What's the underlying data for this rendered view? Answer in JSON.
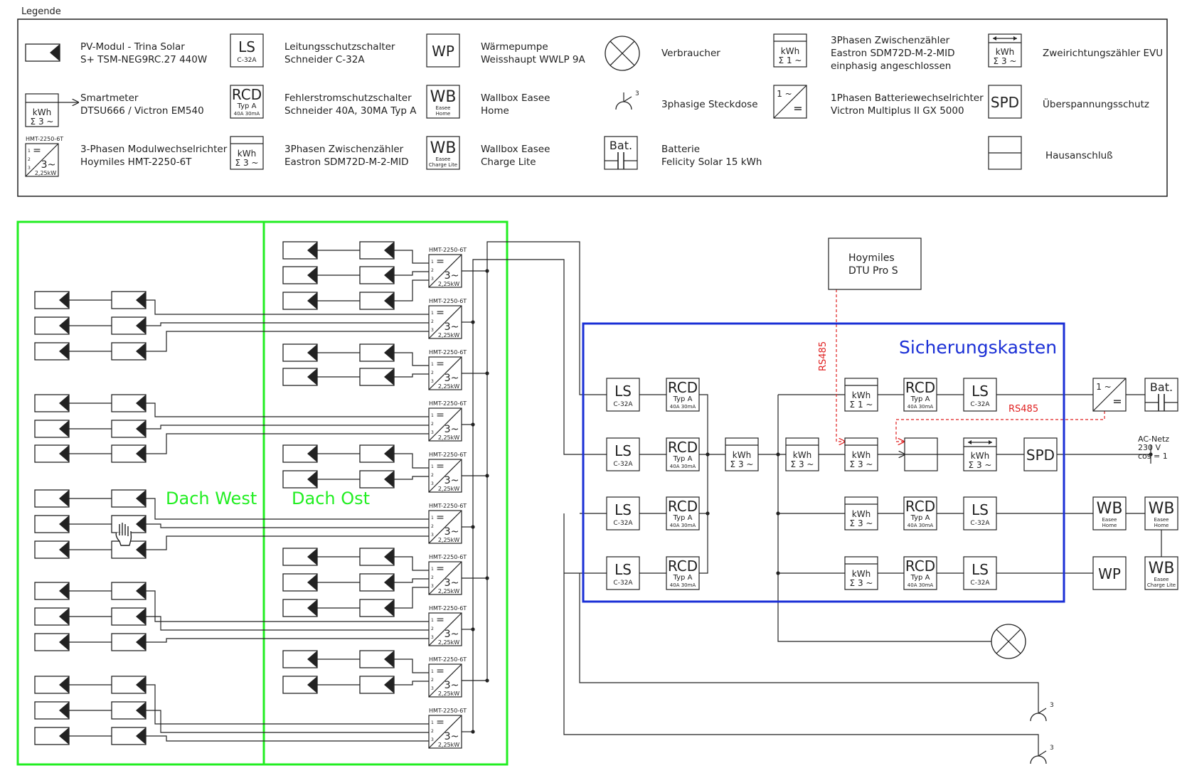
{
  "legend": {
    "title": "Legende",
    "items": [
      {
        "sym": "pv",
        "line1": "PV-Modul - Trina Solar",
        "line2": "S+ TSM-NEG9RC.27 440W"
      },
      {
        "sym": "ls",
        "line1": "Leitungsschutzschalter",
        "line2": "Schneider C-32A"
      },
      {
        "sym": "wp",
        "line1": "Wärmepumpe",
        "line2": "Weisshaupt WWLP 9A"
      },
      {
        "sym": "consumer",
        "line1": "Verbraucher"
      },
      {
        "sym": "meter1",
        "line1": "3Phasen Zwischenzähler",
        "line2": "Eastron SDM72D-M-2-MID",
        "line3": "einphasig angeschlossen"
      },
      {
        "sym": "bidir",
        "line1": "Zweirichtungszähler EVU"
      },
      {
        "sym": "smart",
        "line1": "Smartmeter",
        "line2": "DTSU666 / Victron EM540"
      },
      {
        "sym": "rcd",
        "line1": "Fehlerstromschutzschalter",
        "line2": "Schneider 40A, 30MA Typ A"
      },
      {
        "sym": "wbh",
        "line1": "Wallbox Easee",
        "line2": "Home"
      },
      {
        "sym": "socket",
        "line1": "3phasige Steckdose"
      },
      {
        "sym": "inv1",
        "line1": "1Phasen Batteriewechselrichter",
        "line2": "Victron Multiplus II GX 5000"
      },
      {
        "sym": "spd",
        "line1": "Überspannungsschutz"
      },
      {
        "sym": "inv3",
        "line1": "3-Phasen Modulwechselrichter",
        "line2": "Hoymiles HMT-2250-6T"
      },
      {
        "sym": "meter3",
        "line1": "3Phasen Zwischenzähler",
        "line2": "Eastron SDM72D-M-2-MID"
      },
      {
        "sym": "wbc",
        "line1": "Wallbox Easee",
        "line2": "Charge Lite"
      },
      {
        "sym": "bat",
        "line1": "Batterie",
        "line2": "Felicity Solar 15 kWh"
      },
      {
        "sym": "house",
        "line1": "Hausanschluß"
      }
    ]
  },
  "symbols": {
    "ls": "LS",
    "ls_rating": "C-32A",
    "rcd": "RCD",
    "rcd_type": "Typ A",
    "rcd_rating": "40A 30mA",
    "kwh": "kWh",
    "sum3": "Σ 3 ~",
    "sum1": "Σ 1 ~",
    "phase3": "3~",
    "wp": "WP",
    "wb": "WB",
    "wb_home": "Easee Home",
    "wb_lite_a": "Easee",
    "wb_lite_b": "Charge Lite",
    "spd": "SPD",
    "bat": "Bat.",
    "inv_model": "HMT-2250-6T",
    "inv_power": "2,25kW",
    "inv1_in": "1 ~",
    "socket_phase": "3"
  },
  "diagram": {
    "roof_west": "Dach West",
    "roof_east": "Dach Ost",
    "fusebox": "Sicherungskasten",
    "dtu_line1": "Hoymiles",
    "dtu_line2": "DTU Pro S",
    "rs485": "RS485",
    "grid_line1": "AC-Netz",
    "grid_line2": "230 V",
    "grid_line3": "cos = 1"
  },
  "colors": {
    "roof_green": "#22ee22",
    "fusebox_blue": "#1a2fd6",
    "rs485_red": "#e02020",
    "ink": "#222222"
  }
}
